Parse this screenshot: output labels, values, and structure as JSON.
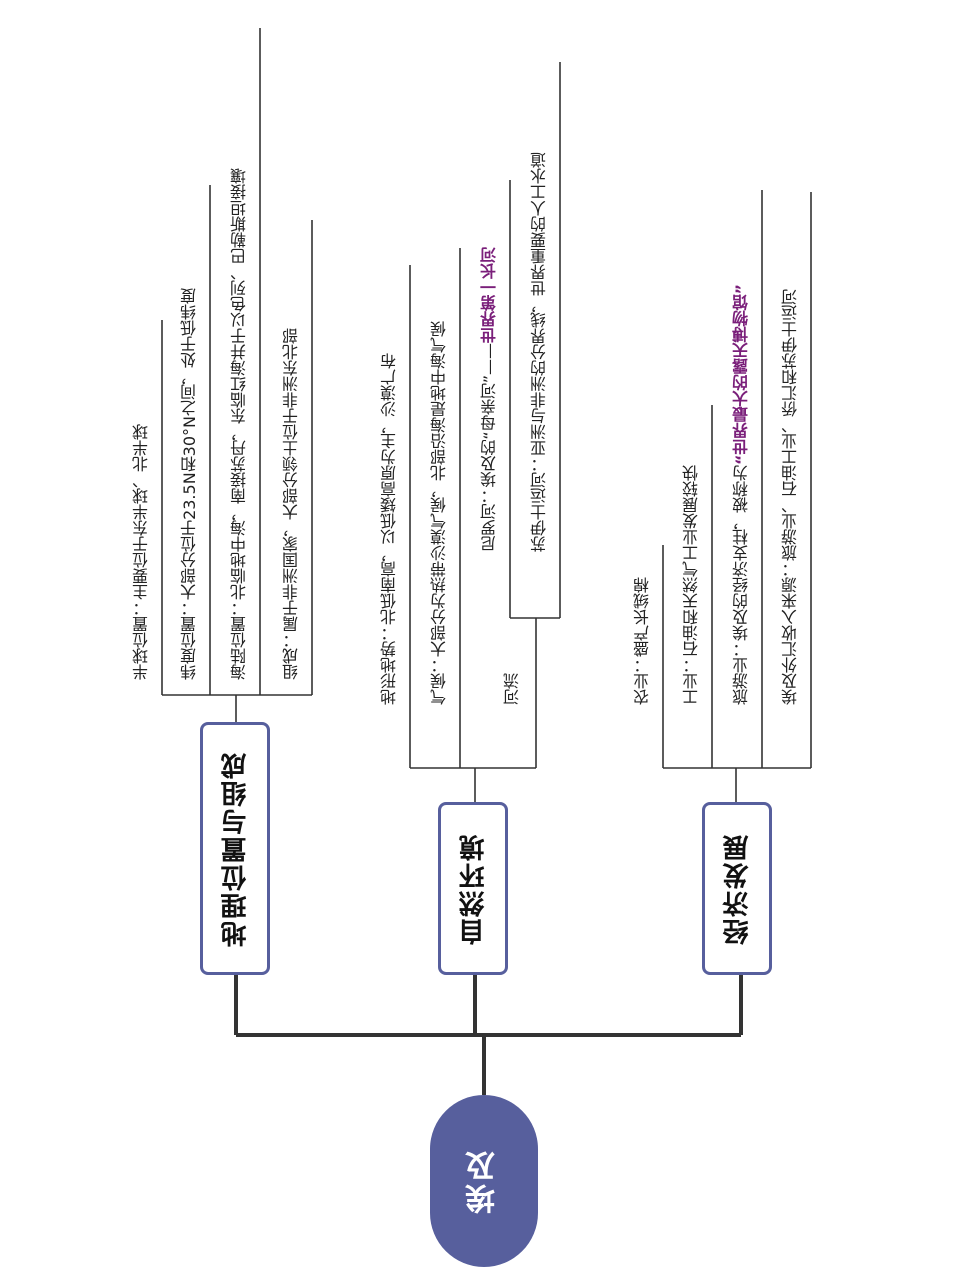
{
  "root": {
    "label": "埃及"
  },
  "colors": {
    "root_fill": "#575f9d",
    "topic_border": "#575f9d",
    "highlight": "#7a1f7a",
    "connector": "#333333"
  },
  "branches": [
    {
      "title": "地理位置与组成",
      "items": [
        "半球位置：主要位于东半球、北半球",
        "纬度位置：大部分位于23.5N和30°N之间，处于低纬度",
        "海陆位置：北临地中海，南接苏丹，东临红海并于以色列、巴勒斯坦接壤",
        "组成：属于非洲国家，大部分领土位于非洲东北部"
      ]
    },
    {
      "title": "自然环境",
      "items": [
        "地形地势：北低南高，以低矮高原为主，沙漠广布",
        "气候：大部分为热带沙漠气候，北部沿海是地中海气候"
      ],
      "river": {
        "label": "河流",
        "nile_prefix": "尼罗河：埃及的“母亲河”——",
        "nile_highlight": "世界第一长河",
        "suez": "苏伊士运河：亚洲与非洲的分界线，世界重要的人工水道"
      }
    },
    {
      "title": "经济发展",
      "items": [
        "农业：盛产长绒棉",
        "工业：石油和天然气工业发展较快",
        "埃及外汇收入来源：旅游业、石油工业、侨汇和苏伊士运河"
      ],
      "tourism": {
        "prefix": "旅游业：埃及的经济支柱，被称为",
        "highlight": "“世界最大的露天博物馆”"
      }
    }
  ]
}
